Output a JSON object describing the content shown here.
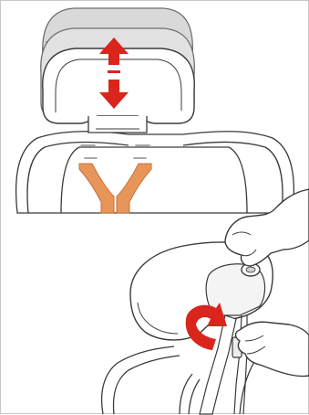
{
  "figure": {
    "panels": [
      {
        "id": "headrest-height-adjustment",
        "indicator": "up-down-arrows"
      },
      {
        "id": "headrest-release-handle",
        "indicator": "curved-pull-arrow"
      }
    ]
  },
  "colors": {
    "line": "#3a3a3a",
    "headrest_fill": "#d9d9d9",
    "headrest_outline": "#6e6e6e",
    "harness_strap": "#e8955a",
    "harness_strap_edge": "#c9703a",
    "arrow_red": "#d9251c",
    "background": "#ffffff",
    "border": "#c8c8c8"
  },
  "icons": {
    "up_arrow": "up-arrow-icon",
    "down_arrow": "down-arrow-icon",
    "curved_arrow": "curved-arrow-icon",
    "hand": "hand-icon"
  }
}
